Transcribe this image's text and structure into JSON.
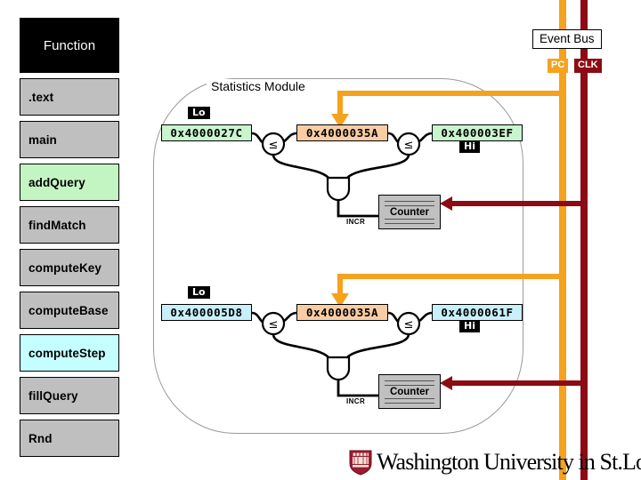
{
  "sidebar": {
    "header": "Function",
    "items": [
      {
        "label": ".text",
        "state": "normal"
      },
      {
        "label": "main",
        "state": "normal"
      },
      {
        "label": "addQuery",
        "state": "highlight-green"
      },
      {
        "label": "findMatch",
        "state": "normal"
      },
      {
        "label": "computeKey",
        "state": "normal"
      },
      {
        "label": "computeBase",
        "state": "normal"
      },
      {
        "label": "computeStep",
        "state": "highlight-cyan"
      },
      {
        "label": "fillQuery",
        "state": "normal"
      },
      {
        "label": "Rnd",
        "state": "normal"
      }
    ]
  },
  "stats_module": {
    "title": "Statistics Module",
    "rows": [
      {
        "lo_tag": "Lo",
        "hi_tag": "Hi",
        "lo_value": "0x4000027C",
        "pc_value": "0x4000035A",
        "hi_value": "0x400003EF",
        "lo_color": "#c8f5ce",
        "hi_color": "#c8f5ce",
        "pc_color": "#f9cda4",
        "comparator_left": "≤",
        "comparator_right": "≤",
        "gate_label": "INCR",
        "counter_label": "Counter"
      },
      {
        "lo_tag": "Lo",
        "hi_tag": "Hi",
        "lo_value": "0x400005D8",
        "pc_value": "0x4000035A",
        "hi_value": "0x4000061F",
        "lo_color": "#c8f0fb",
        "hi_color": "#c8f0fb",
        "pc_color": "#f9cda4",
        "comparator_left": "≤",
        "comparator_right": "≤",
        "gate_label": "INCR",
        "counter_label": "Counter"
      }
    ]
  },
  "event_bus": {
    "label": "Event Bus",
    "signals": [
      {
        "name": "PC",
        "color": "#f5a21e"
      },
      {
        "name": "CLK",
        "color": "#8c0b14"
      }
    ]
  },
  "footer": {
    "logo_text": "Washington University in St.Louis",
    "crest_colors": {
      "shield": "#9b1b30",
      "field": "#f2e4d8"
    }
  },
  "colors": {
    "pc_bus": "#f5a21e",
    "clk_bus": "#8c0b14",
    "module_outline": "#9a9a9a",
    "cell_grey": "#bfbfbf",
    "cell_green": "#c3f5c3",
    "cell_cyan": "#c4feff"
  }
}
